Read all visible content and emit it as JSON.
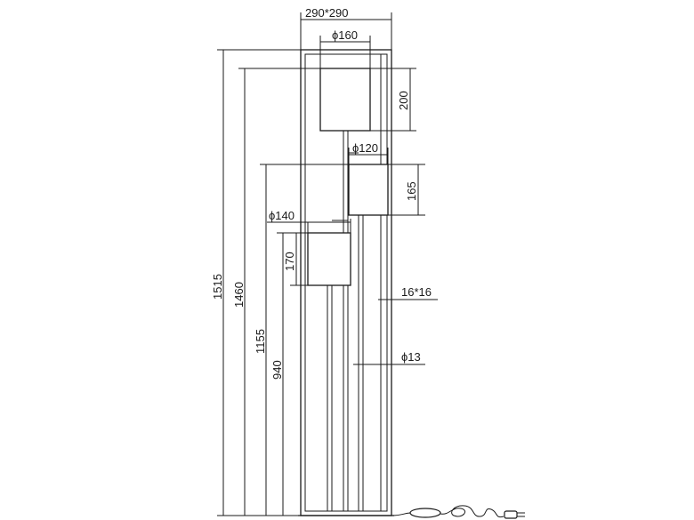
{
  "diagram": {
    "type": "technical-drawing",
    "subject": "floor-lamp-three-shades",
    "units": "mm",
    "labels": {
      "base_size": "290*290",
      "shade_top_diameter": "ϕ160",
      "shade_top_height": "200",
      "shade_mid_diameter": "ϕ120",
      "shade_mid_height": "165",
      "shade_low_diameter": "ϕ140",
      "shade_low_height": "170",
      "frame_profile": "16*16",
      "stem_diameter": "ϕ13",
      "total_height": "1515",
      "height_top_shade": "1460",
      "height_mid_shade": "1155",
      "height_low_shade": "940"
    }
  }
}
